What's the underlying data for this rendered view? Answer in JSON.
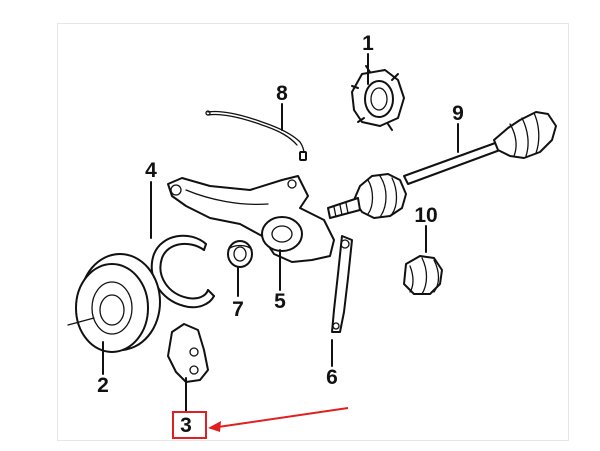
{
  "diagram": {
    "callouts": [
      {
        "id": "1",
        "label": "1",
        "part": "wheel-hub"
      },
      {
        "id": "2",
        "label": "2",
        "part": "brake-disc"
      },
      {
        "id": "3",
        "label": "3",
        "part": "brake-caliper"
      },
      {
        "id": "4",
        "label": "4",
        "part": "splash-shield"
      },
      {
        "id": "5",
        "label": "5",
        "part": "wheel-carrier"
      },
      {
        "id": "6",
        "label": "6",
        "part": "tie-rod"
      },
      {
        "id": "7",
        "label": "7",
        "part": "bearing"
      },
      {
        "id": "8",
        "label": "8",
        "part": "sensor-wire"
      },
      {
        "id": "9",
        "label": "9",
        "part": "drive-shaft"
      },
      {
        "id": "10",
        "label": "10",
        "part": "cv-boot"
      }
    ],
    "highlight": {
      "target": "3",
      "color": "#e02020"
    }
  }
}
